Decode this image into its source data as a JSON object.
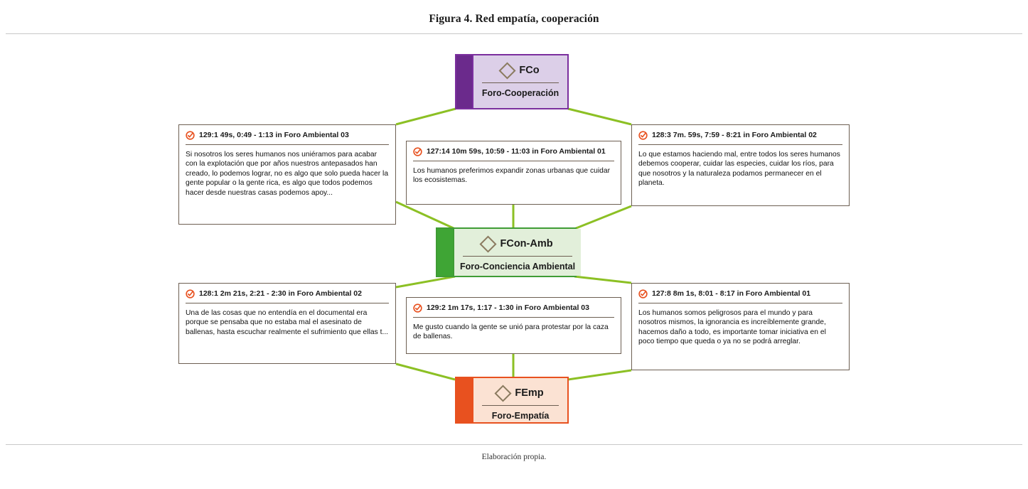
{
  "figure": {
    "title": "Figura 4. Red empatía, cooperación",
    "source_note": "Elaboración propia."
  },
  "colors": {
    "purple_bar": "#6b2a8c",
    "purple_fill": "#dccfe8",
    "purple_border": "#7b2f9e",
    "green_bar": "#3fa535",
    "green_fill": "#e2efda",
    "green_border": "#3f9c35",
    "orange_bar": "#e8511f",
    "orange_fill": "#fbe2d3",
    "orange_border": "#e8511f",
    "edge": "#8cc024",
    "card_border": "#6d5f52",
    "quote_icon": "#e8511f"
  },
  "nodes": [
    {
      "id": "fco",
      "code": "FCo",
      "name": "Foro-Cooperación",
      "color": "purple",
      "icon": "diamond-icon"
    },
    {
      "id": "fcon-amb",
      "code": "FCon-Amb",
      "name": "Foro-Conciencia Ambiental",
      "color": "green",
      "icon": "diamond-icon"
    },
    {
      "id": "femp",
      "code": "FEmp",
      "name": "Foro-Empatía",
      "color": "orange",
      "icon": "diamond-icon"
    }
  ],
  "quotes": [
    {
      "id": "q-129-1",
      "header": "129:1 49s, 0:49 - 1:13 in Foro Ambiental 03",
      "text": "Si nosotros los seres humanos nos uniéramos para acabar con la explotación que por años nuestros antepasados han creado, lo podemos lograr, no es algo que solo pueda hacer la gente popular o la gente rica, es algo que todos podemos hacer desde nuestras casas podemos apoy...",
      "icon": "quotation-check-icon"
    },
    {
      "id": "q-127-14",
      "header": "127:14 10m 59s, 10:59 - 11:03 in Foro Ambiental 01",
      "text": "Los humanos preferimos expandir zonas urbanas que cuidar los ecosistemas.",
      "icon": "quotation-check-icon"
    },
    {
      "id": "q-128-3",
      "header": "128:3 7m. 59s, 7:59 - 8:21 in Foro Ambiental 02",
      "text": "Lo que estamos haciendo mal,  entre todos los seres humanos debemos cooperar, cuidar las especies, cuidar los ríos, para que nosotros y la naturaleza podamos permanecer en el planeta.",
      "icon": "quotation-check-icon"
    },
    {
      "id": "q-128-1",
      "header": "128:1 2m 21s, 2:21 - 2:30 in Foro Ambiental 02",
      "text": "Una de las cosas que no entendía en el documental era porque se pensaba que no estaba mal el asesinato de ballenas, hasta escuchar realmente el sufrimiento que ellas t...",
      "icon": "quotation-check-icon"
    },
    {
      "id": "q-129-2",
      "header": "129:2 1m 17s, 1:17 - 1:30 in Foro Ambiental 03",
      "text": "Me gusto cuando la gente se unió para protestar por la caza de ballenas.",
      "icon": "quotation-check-icon"
    },
    {
      "id": "q-127-8",
      "header": "127:8 8m 1s, 8:01 - 8:17 in Foro Ambiental 01",
      "text": "Los humanos somos peligrosos para el mundo y para nosotros mismos, la ignorancia es increíblemente grande, hacemos daño a todo, es importante tomar iniciativa en el poco tiempo que queda o ya no se podrá arreglar.",
      "icon": "quotation-check-icon"
    }
  ]
}
